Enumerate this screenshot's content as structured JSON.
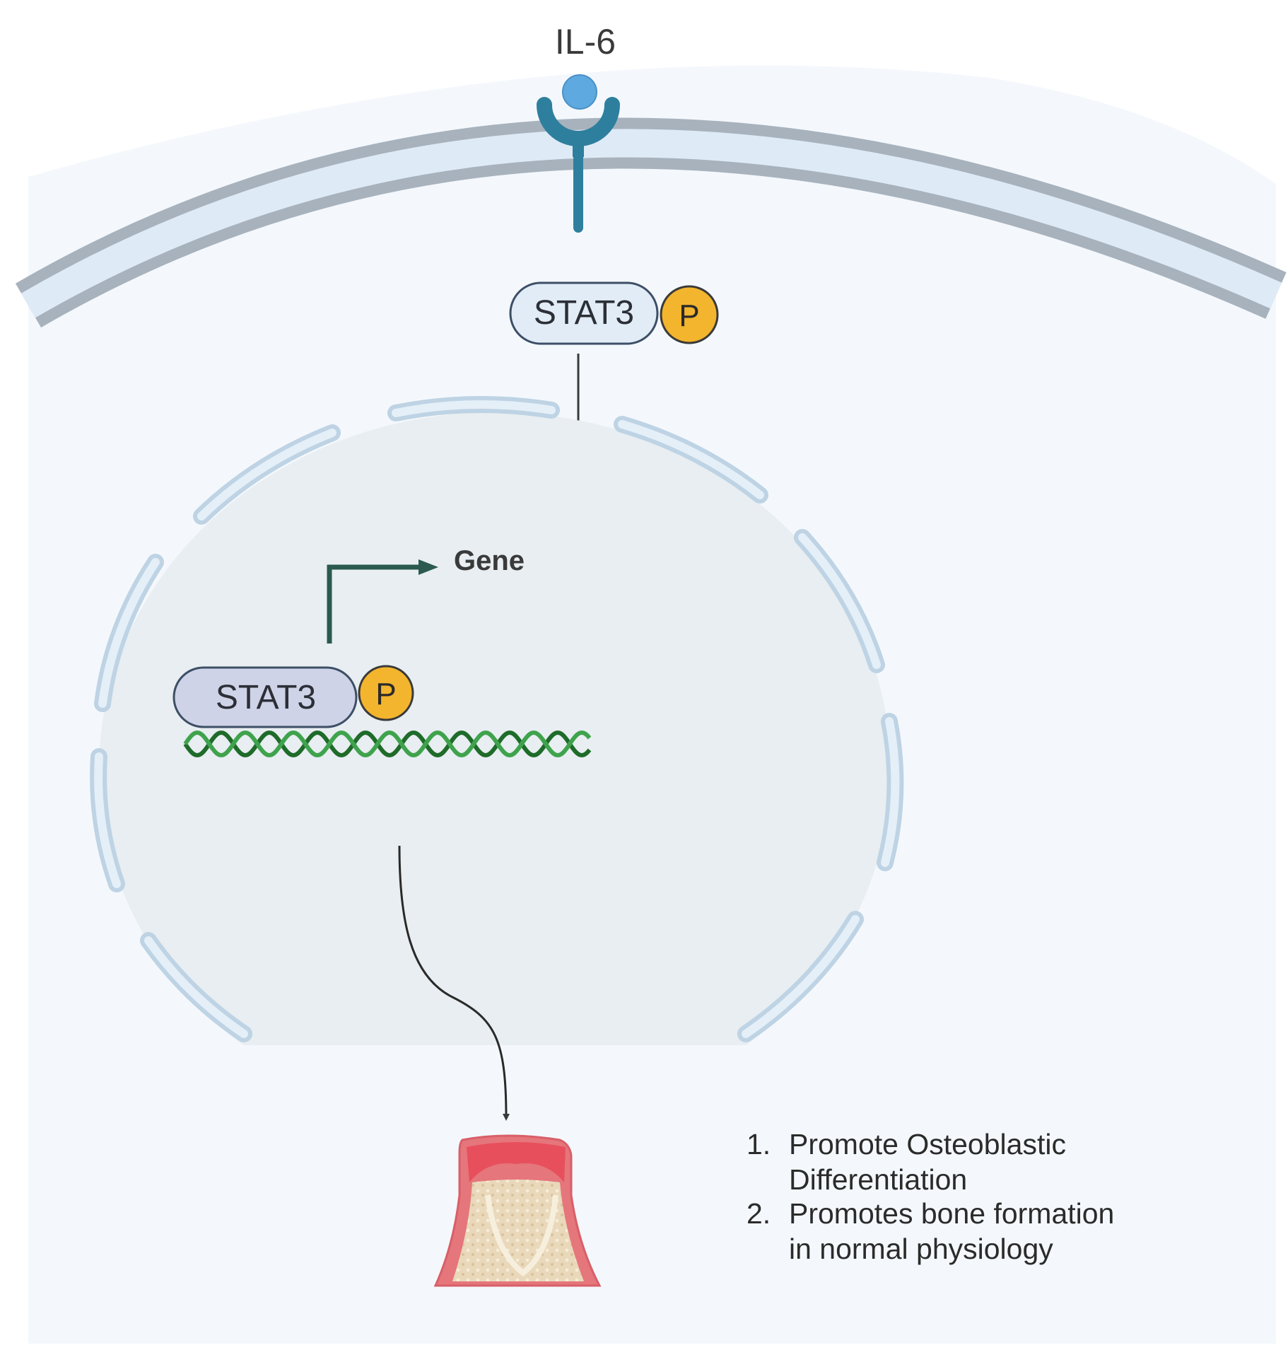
{
  "ligand": {
    "label": "IL-6"
  },
  "cytoplasm_complex": {
    "protein": "STAT3",
    "phospho": "P"
  },
  "nuclear_complex": {
    "protein": "STAT3",
    "phospho": "P"
  },
  "gene": {
    "label": "Gene"
  },
  "outcomes": [
    {
      "number": "1.",
      "lines": [
        "Promote Osteoblastic",
        "Differentiation"
      ]
    },
    {
      "number": "2.",
      "lines": [
        "Promotes bone formation",
        "in normal physiology"
      ]
    }
  ],
  "colors": {
    "cytoplasm": "#f4f8fc",
    "membrane_outer": "#a7b2bd",
    "membrane_inner": "#deebf7",
    "receptor": "#2e7f9e",
    "ligand": "#5ea9e0",
    "nucleus": "#e8eef1",
    "nuclear_envelope": "#bed3e4",
    "stat3_cyto": "#e1ecf7",
    "stat3_nuc": "#cfd3e8",
    "phosphate": "#f3b52d",
    "dna": "#2f8a37",
    "gene_arrow": "#2b5a4e",
    "bone_cortex": "#e5767b",
    "bone_marrow": "#e9d8ba"
  }
}
